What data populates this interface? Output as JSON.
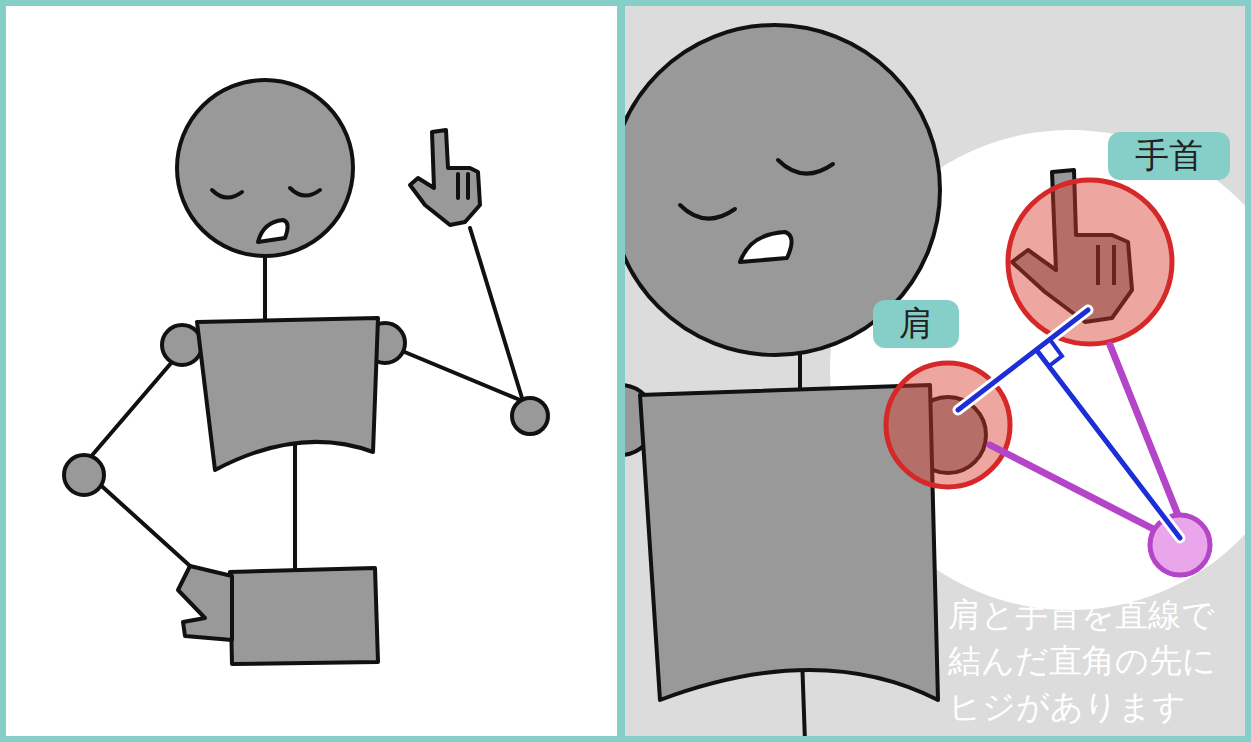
{
  "diagram": {
    "nodes": [
      {
        "text": [
          "手首"
        ]
      },
      {
        "text": [
          "肩"
        ]
      }
    ],
    "labels": [
      "肩と手首を直線で 結んだ直角の先に ヒジがあります"
    ]
  }
}
